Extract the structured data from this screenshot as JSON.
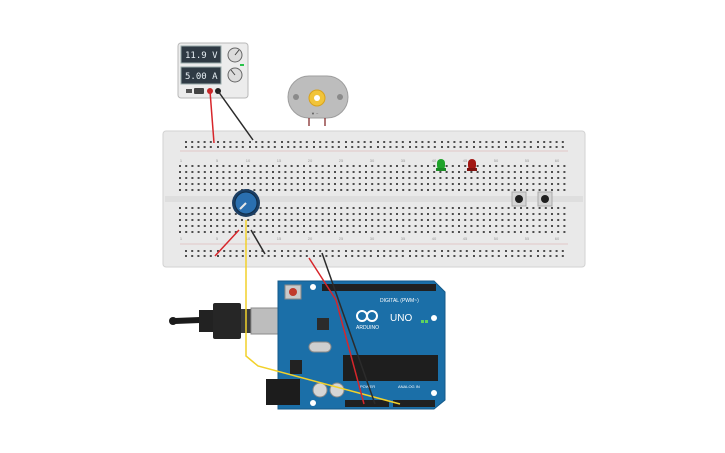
{
  "power_supply": {
    "voltage": "11.9 V",
    "current": "5.00 A"
  },
  "motor": {
    "label": "▼ −"
  },
  "breadboard": {
    "column_numbers": [
      "1",
      "5",
      "10",
      "15",
      "20",
      "25",
      "30",
      "35",
      "40",
      "45",
      "50",
      "55",
      "60"
    ]
  },
  "arduino": {
    "logo_text": "ARDUINO",
    "model": "UNO",
    "digital_label": "DIGITAL (PWM~)",
    "power_label": "POWER",
    "analog_label": "ANALOG IN"
  },
  "leds": [
    {
      "color": "#1fa32a"
    },
    {
      "color": "#a11612"
    }
  ],
  "colors": {
    "wire_red": "#d7262b",
    "wire_black": "#2b2b2b",
    "wire_yellow": "#f2d12a",
    "board_blue": "#1b6fa8",
    "breadboard": "#e9e9e9"
  }
}
